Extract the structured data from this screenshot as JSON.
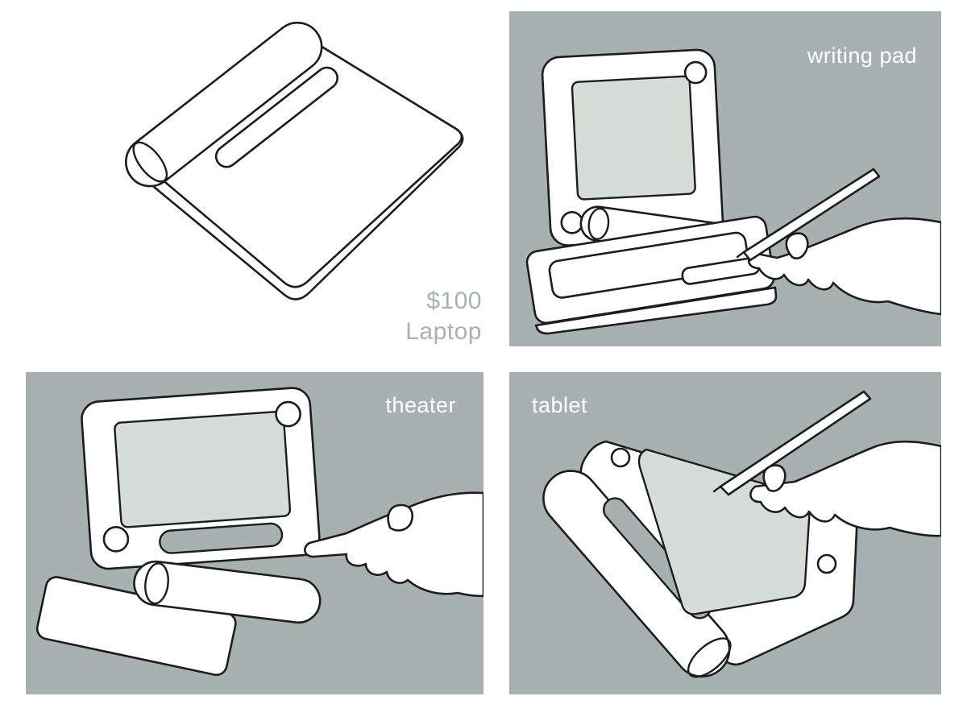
{
  "colors": {
    "page_bg": "#ffffff",
    "panel_bg": "#a7b2b0",
    "screen": "#d6dcd8",
    "line": "#1d1d1d",
    "label_text": "#ffffff",
    "muted_text": "#a7b2b0"
  },
  "panels": {
    "closed": {
      "price": "$100",
      "product": "Laptop"
    },
    "writing_pad": {
      "label": "writing pad"
    },
    "theater": {
      "label": "theater"
    },
    "tablet": {
      "label": "tablet"
    }
  }
}
